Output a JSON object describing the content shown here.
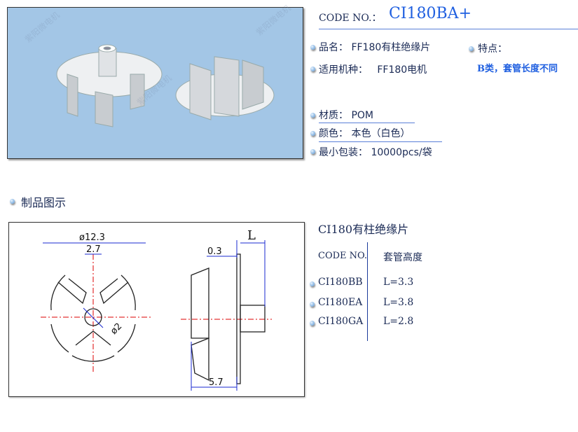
{
  "watermark": "紫阳微电机",
  "code_label": "CODE NO.：",
  "code_value": "CI180BA+",
  "specs": [
    {
      "label": "品名：",
      "value": "FF180有柱绝缘片"
    },
    {
      "label": "适用机种：",
      "value": "FF180电机"
    },
    {
      "label": "材质：",
      "value": "POM"
    },
    {
      "label": "颜色：",
      "value": "本色（白色）"
    },
    {
      "label": "最小包装：",
      "value": "10000pcs/袋"
    }
  ],
  "features_label": "特点：",
  "features_value": "B类，套管长度不同",
  "section_title": "制品图示",
  "drawing": {
    "d1": "ø12.3",
    "d2": "2.7",
    "d3": "ø2",
    "d4": "0.3",
    "d5": "L",
    "d6": "5.7"
  },
  "table": {
    "title": "CI180有柱绝缘片",
    "headers": [
      "CODE NO.",
      "套管高度"
    ],
    "rows": [
      [
        "CI180BB",
        "L=3.3"
      ],
      [
        "CI180EA",
        "L=3.8"
      ],
      [
        "CI180GA",
        "L=2.8"
      ]
    ]
  },
  "colors": {
    "accent": "#1f5fe0",
    "text": "#1a2a55",
    "photo_bg": "#a3c6e6"
  }
}
